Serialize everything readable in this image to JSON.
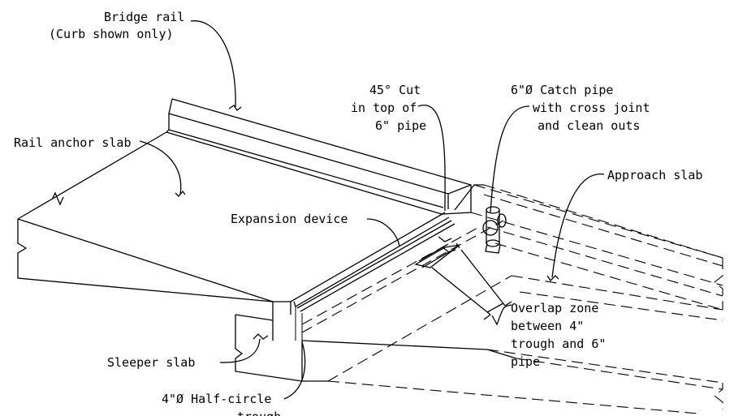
{
  "labels": {
    "bridge_rail_line1": "Bridge rail",
    "bridge_rail_line2": "(Curb shown only)",
    "rail_anchor_slab": "Rail anchor slab",
    "cut_line1": "45° Cut",
    "cut_line2": "in top of",
    "cut_line3": "6\" pipe",
    "catch_pipe_line1": "6\"Ø Catch pipe",
    "catch_pipe_line2": "with cross joint",
    "catch_pipe_line3": "and clean outs",
    "approach_slab": "Approach slab",
    "expansion_device": "Expansion device",
    "overlap_line1": "Overlap zone",
    "overlap_line2": "between 4\"",
    "overlap_line3": "trough and 6\"",
    "overlap_line4": "pipe",
    "sleeper_slab": "Sleeper slab",
    "trough_line1": "4\"Ø Half-circle",
    "trough_line2": "trough"
  },
  "colors": {
    "line": "#000000",
    "background": "#ffffff"
  }
}
